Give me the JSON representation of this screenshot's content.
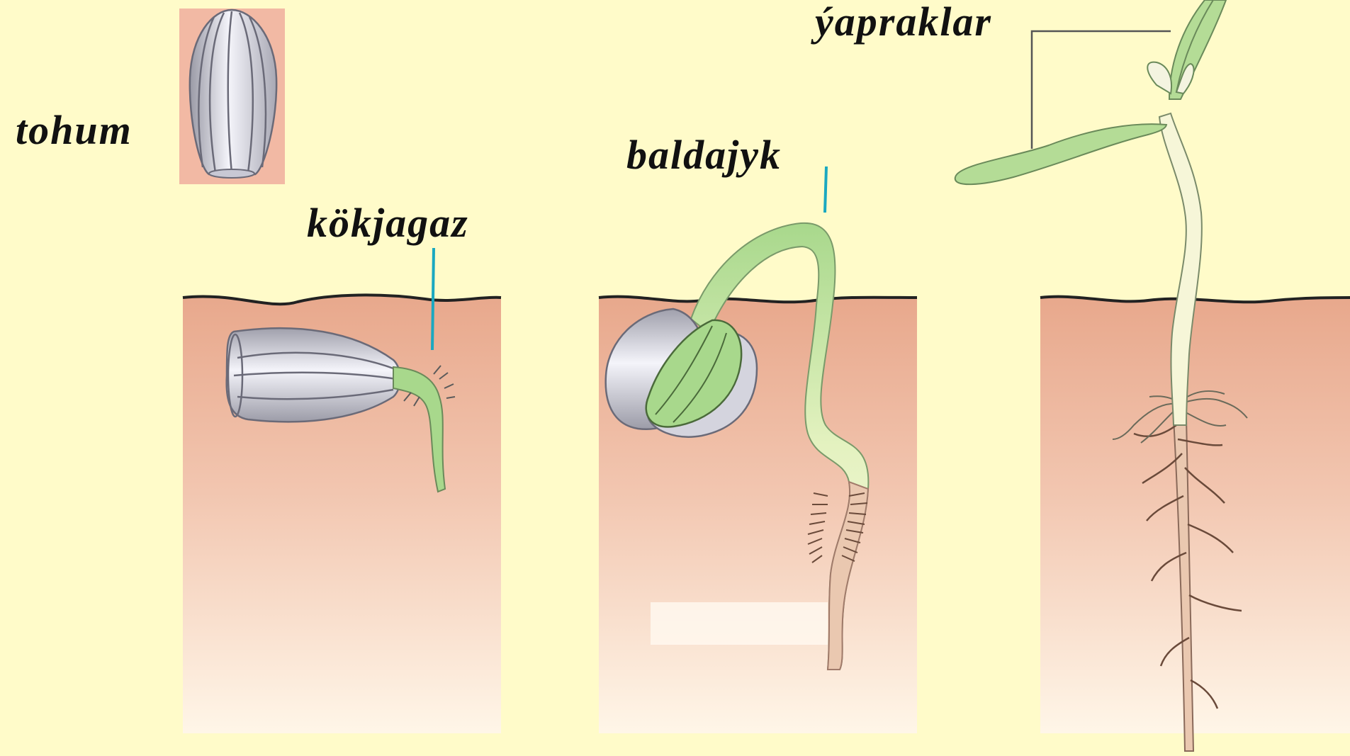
{
  "labels": {
    "seed": "tohum",
    "radicle": "kökjagaz",
    "stem": "baldajyk",
    "leaves": "ýapraklar"
  },
  "colors": {
    "background": "#fffbc9",
    "soil_top": "#e8a88c",
    "soil_bottom": "#fff6e8",
    "seed_box": "#f2b9a4",
    "seed": "#d8d8e4",
    "sprout_green": "#a8d88c",
    "stem": "#f6f6d8",
    "root": "#eac8b0",
    "pointer": "#1aa8c0",
    "leader_line": "#555555"
  }
}
